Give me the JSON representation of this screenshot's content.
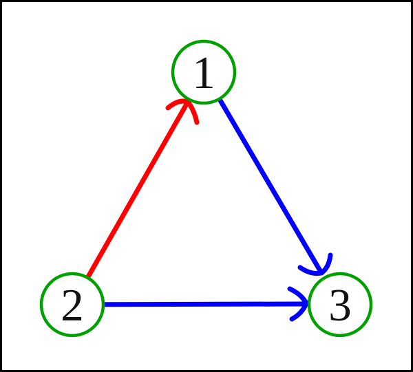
{
  "graph": {
    "type": "directed-graph",
    "background_color": "#ffffff",
    "border_color": "#000000",
    "node_stroke_color": "#00a000",
    "node_fill_color": "#ffffff",
    "label_color": "#111111",
    "nodes": [
      {
        "id": "1",
        "label": "1"
      },
      {
        "id": "2",
        "label": "2"
      },
      {
        "id": "3",
        "label": "3"
      }
    ],
    "edges": [
      {
        "from": "2",
        "to": "1",
        "color": "#ff0000"
      },
      {
        "from": "1",
        "to": "3",
        "color": "#0000ff"
      },
      {
        "from": "2",
        "to": "3",
        "color": "#0000ff"
      }
    ]
  }
}
